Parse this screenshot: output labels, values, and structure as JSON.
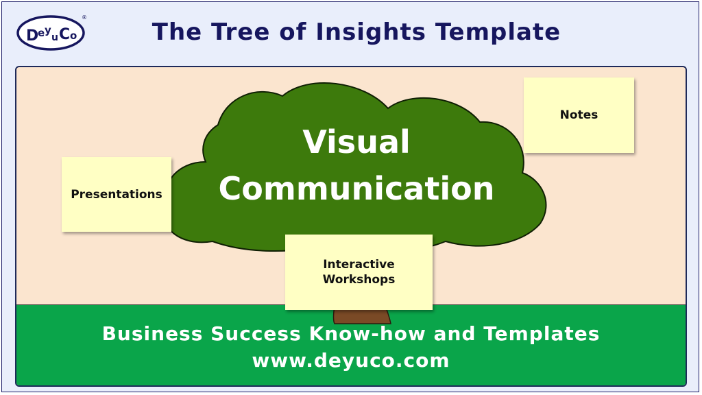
{
  "header": {
    "title": "The Tree of Insights Template",
    "logo_text": {
      "d": "D",
      "e": "e",
      "y": "y",
      "u": "u",
      "c": "C",
      "o": "o",
      "registered": "®"
    }
  },
  "tree": {
    "crown_line1": "Visual",
    "crown_line2": "Communication"
  },
  "notes": {
    "presentations": "Presentations",
    "notes": "Notes",
    "workshops_line1": "Interactive",
    "workshops_line2": "Workshops"
  },
  "footer": {
    "line1": "Business Success Know-how and Templates",
    "line2": "www.deyuco.com"
  },
  "colors": {
    "frame_bg": "#e9eefb",
    "sky": "#fbe5cf",
    "ground": "#0aa54a",
    "crown": "#3d7a0c",
    "trunk": "#7a4a26",
    "sticky_note": "#ffffc4",
    "title": "#16165e"
  }
}
